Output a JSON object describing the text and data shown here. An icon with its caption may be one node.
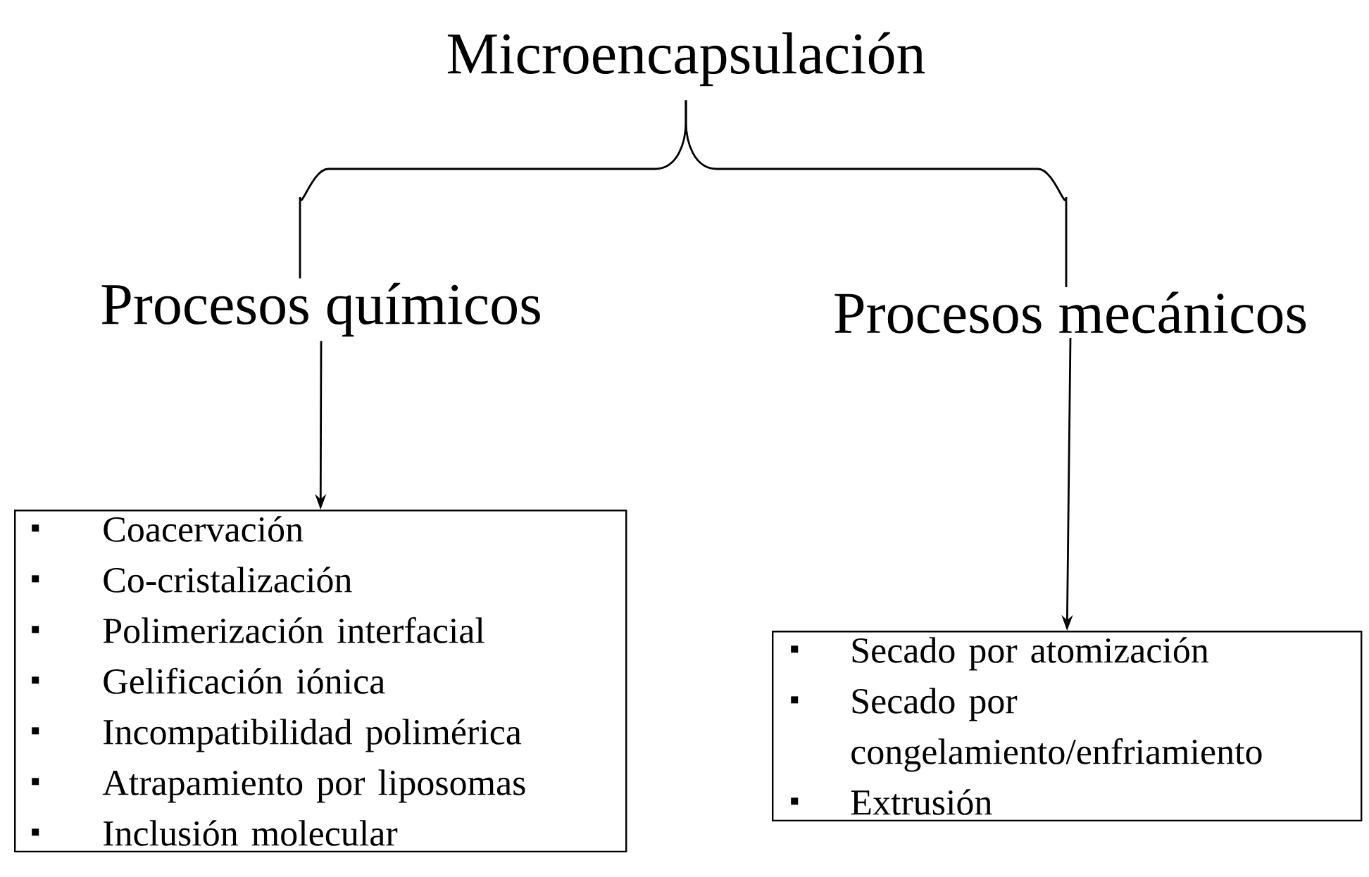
{
  "diagram": {
    "nodes": [
      {
        "text": [
          "Microencapsulación"
        ]
      },
      {
        "text": [
          "Procesos químicos"
        ]
      },
      {
        "text": [
          "Procesos mecánicos"
        ]
      },
      {
        "text": [
          "Coacervación",
          "Co-cristalización",
          "Polimerización interfacial",
          "Gelificación iónica",
          "Incompatibilidad polimérica",
          "Atrapamiento por liposomas",
          "Inclusión molecular"
        ]
      },
      {
        "text": [
          "Secado por atomización",
          "Secado por congelamiento/enfriamiento",
          "Extrusión"
        ]
      }
    ],
    "edges": [
      {
        "from": 0,
        "to": 1,
        "arrow": "none"
      },
      {
        "from": 0,
        "to": 2,
        "arrow": "none"
      },
      {
        "from": 1,
        "to": 3,
        "arrow": "to"
      },
      {
        "from": 2,
        "to": 4,
        "arrow": "to"
      }
    ]
  }
}
